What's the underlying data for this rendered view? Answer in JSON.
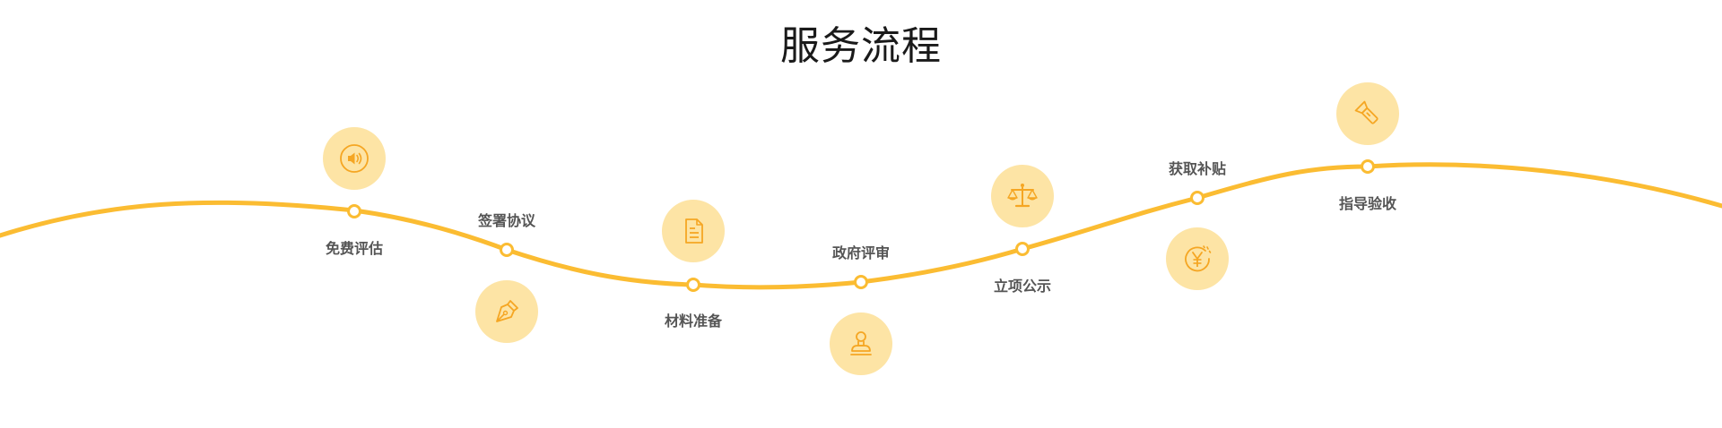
{
  "section": {
    "title": "服务流程"
  },
  "colors": {
    "curve": "#fbbc32",
    "icon_bg": "#fde4a5",
    "icon_fg": "#f5a623",
    "label": "#555555",
    "title": "#1a1a1a"
  },
  "steps": [
    {
      "label": "免费评估",
      "icon": "speaker-icon"
    },
    {
      "label": "签署协议",
      "icon": "pen-nib-icon"
    },
    {
      "label": "材料准备",
      "icon": "document-icon"
    },
    {
      "label": "政府评审",
      "icon": "stamp-icon"
    },
    {
      "label": "立项公示",
      "icon": "scales-icon"
    },
    {
      "label": "获取补贴",
      "icon": "yen-coin-icon"
    },
    {
      "label": "指导验收",
      "icon": "flashlight-icon"
    }
  ]
}
